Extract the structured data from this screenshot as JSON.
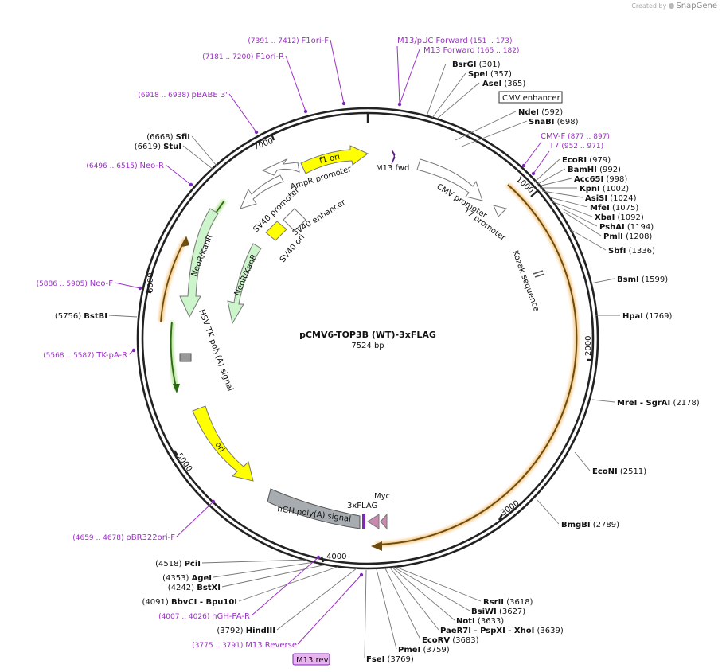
{
  "watermark": {
    "prefix": "Created by",
    "brand": "SnapGene"
  },
  "plasmid": {
    "name": "pCMV6-TOP3B (WT)-3xFLAG",
    "length": "7524 bp"
  },
  "colors": {
    "site_label": "#111111",
    "primer_label": "#9b2fc6",
    "primer_mark": "#7d2ab8",
    "backbone": "#222222",
    "orf_fill": "#f6b24d",
    "orf_outline": "#6d4c10"
  },
  "ticks": [
    "1000",
    "2000",
    "3000",
    "4000",
    "5000",
    "6000",
    "7000"
  ],
  "sites": [
    {
      "name": "BsrGI",
      "pos": "(301)"
    },
    {
      "name": "SpeI",
      "pos": "(357)"
    },
    {
      "name": "AseI",
      "pos": "(365)"
    },
    {
      "name": "NdeI",
      "pos": "(592)"
    },
    {
      "name": "SnaBI",
      "pos": "(698)"
    },
    {
      "name": "EcoRI",
      "pos": "(979)"
    },
    {
      "name": "BamHI",
      "pos": "(992)"
    },
    {
      "name": "Acc65I",
      "pos": "(998)"
    },
    {
      "name": "KpnI",
      "pos": "(1002)"
    },
    {
      "name": "AsiSI",
      "pos": "(1024)"
    },
    {
      "name": "MfeI",
      "pos": "(1075)"
    },
    {
      "name": "XbaI",
      "pos": "(1092)"
    },
    {
      "name": "PshAI",
      "pos": "(1194)"
    },
    {
      "name": "PmlI",
      "pos": "(1208)"
    },
    {
      "name": "SbfI",
      "pos": "(1336)"
    },
    {
      "name": "BsmI",
      "pos": "(1599)"
    },
    {
      "name": "HpaI",
      "pos": "(1769)"
    },
    {
      "name": "MreI",
      "pos": "(2178)",
      "extra": "- SgrAI"
    },
    {
      "name": "EcoNI",
      "pos": "(2511)"
    },
    {
      "name": "BmgBI",
      "pos": "(2789)"
    },
    {
      "name": "RsrII",
      "pos": "(3618)"
    },
    {
      "name": "BsiWI",
      "pos": "(3627)"
    },
    {
      "name": "NotI",
      "pos": "(3633)"
    },
    {
      "name": "PaeR7I",
      "pos": "(3639)",
      "extra": "- PspXI  - XhoI"
    },
    {
      "name": "EcoRV",
      "pos": "(3683)"
    },
    {
      "name": "PmeI",
      "pos": "(3759)"
    },
    {
      "name": "FseI",
      "pos": "(3769)"
    },
    {
      "name": "HindIII",
      "pos": "(3792)"
    },
    {
      "name": "BbvCI",
      "pos": "(4091)",
      "extra": "- Bpu10I"
    },
    {
      "name": "BstXI",
      "pos": "(4242)"
    },
    {
      "name": "AgeI",
      "pos": "(4353)"
    },
    {
      "name": "PciI",
      "pos": "(4518)"
    },
    {
      "name": "BstBI",
      "pos": "(5756)"
    },
    {
      "name": "StuI",
      "pos": "(6619)"
    },
    {
      "name": "SfiI",
      "pos": "(6668)"
    }
  ],
  "primers": [
    {
      "name": "M13/pUC Forward",
      "range": "(151 .. 173)"
    },
    {
      "name": "M13 Forward",
      "range": "(165 .. 182)"
    },
    {
      "name": "CMV-F",
      "range": "(877 .. 897)"
    },
    {
      "name": "T7",
      "range": "(952 .. 971)"
    },
    {
      "name": "M13 Reverse",
      "range": "(3775 .. 3791)"
    },
    {
      "name": "hGH-PA-R",
      "range": "(4007 .. 4026)"
    },
    {
      "name": "pBR322ori-F",
      "range": "(4659 .. 4678)"
    },
    {
      "name": "TK-pA-R",
      "range": "(5568 .. 5587)"
    },
    {
      "name": "Neo-F",
      "range": "(5886 .. 5905)"
    },
    {
      "name": "Neo-R",
      "range": "(6496 .. 6515)"
    },
    {
      "name": "pBABE 3'",
      "range": "(6918 .. 6938)"
    },
    {
      "name": "F1ori-R",
      "range": "(7181 .. 7200)"
    },
    {
      "name": "F1ori-F",
      "range": "(7391 .. 7412)"
    }
  ],
  "features": {
    "cmv_enhancer": "CMV enhancer",
    "m13_fwd": "M13 fwd",
    "cmv_promoter": "CMV promoter",
    "t7_promoter": "T7 promoter",
    "kozak": "Kozak sequence",
    "myc": "Myc",
    "flag": "3xFLAG",
    "hgh": "hGH poly(A) signal",
    "ori": "ori",
    "hsv": "HSV TK poly(A) signal",
    "neokan_outer": "NeoR/KanR",
    "neokan_inner": "NeoR/KanR",
    "sv40_promoter": "SV40 promoter",
    "ampr_promoter": "AmpR promoter",
    "f1_ori": "f1 ori",
    "sv40_enhancer": "SV40 enhancer",
    "sv40_ori": "SV40 ori",
    "m13_rev": "M13 rev"
  }
}
